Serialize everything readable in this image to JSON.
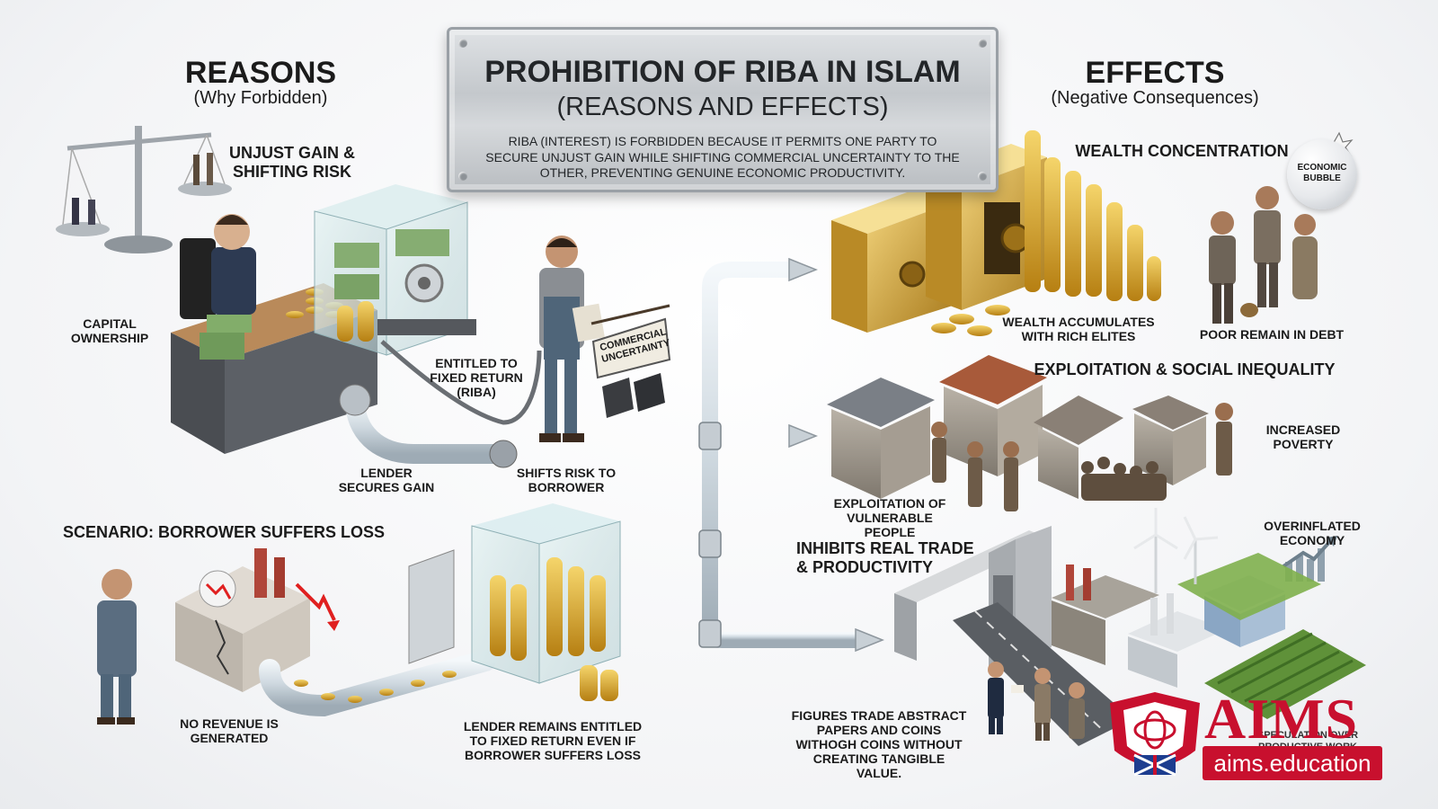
{
  "title": {
    "line1": "PROHIBITION OF RIBA IN ISLAM",
    "line2": "(REASONS AND EFFECTS)",
    "description": "RIBA (INTEREST) IS FORBIDDEN BECAUSE IT PERMITS ONE PARTY TO SECURE UNJUST GAIN WHILE SHIFTING COMMERCIAL UNCERTAINTY TO THE OTHER, PREVENTING GENUINE ECONOMIC PRODUCTIVITY."
  },
  "reasons": {
    "heading": "REASONS",
    "subheading": "(Why Forbidden)",
    "unjust_gain": "UNJUST GAIN & SHIFTING RISK",
    "capital_ownership": "CAPITAL OWNERSHIP",
    "entitled": "ENTITLED TO FIXED RETURN (RIBA)",
    "commercial_sign": "COMMERCIAL UNCERTAINTY",
    "lender_secures": "LENDER SECURES GAIN",
    "shifts_risk": "SHIFTS RISK TO BORROWER"
  },
  "scenario": {
    "heading": "SCENARIO: BORROWER SUFFERS LOSS",
    "no_revenue": "NO REVENUE IS GENERATED",
    "lender_remains": "LENDER REMAINS ENTITLED TO FIXED RETURN EVEN IF BORROWER SUFFERS LOSS"
  },
  "effects": {
    "heading": "EFFECTS",
    "subheading": "(Negative Consequences)",
    "wealth_concentration": "WEALTH CONCENTRATION",
    "economic_bubble": "ECONOMIC BUBBLE",
    "wealth_accumulates": "WEALTH ACCUMULATES WITH RICH ELITES",
    "poor_remain": "POOR REMAIN IN DEBT",
    "exploitation": "EXPLOITATION & SOCIAL INEQUALITY",
    "increased_poverty": "INCREASED POVERTY",
    "exploitation_vulnerable": "EXPLOITATION OF VULNERABLE PEOPLE",
    "overinflated": "OVERINFLATED ECONOMY",
    "inhibits": "INHIBITS REAL TRADE & PRODUCTIVITY",
    "figures_trade": "FIGURES TRADE ABSTRACT PAPERS AND COINS WITHOGH COINS WITHOUT CREATING TANGIBLE VALUE.",
    "speculation": "SPECULATION OVER PRODUCTIVE WORK"
  },
  "logo": {
    "brand": "AIMS",
    "url": "aims.education"
  },
  "colors": {
    "gold": "#d9a521",
    "brand_red": "#c8102e",
    "pipe": "#c9d3da",
    "arrow_red": "#e02020"
  }
}
